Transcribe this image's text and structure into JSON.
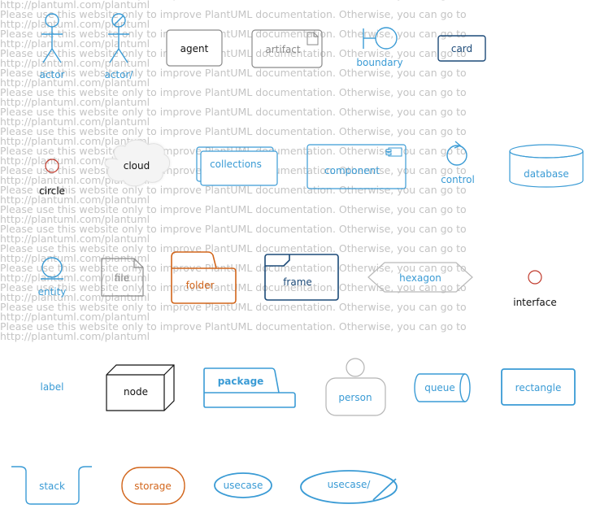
{
  "watermark": {
    "line1": "Please use this website only to improve PlantUML documentation. Otherwise, you can go to",
    "line2": "http://plantuml.com/plantuml",
    "repeat": 18
  },
  "colors": {
    "blue": "#3a9bd5",
    "dark_blue": "#1c4a78",
    "orange": "#d2661c",
    "gray": "#8a8a8a",
    "red": "#c0392b",
    "black": "#111111"
  },
  "elements": {
    "actor": "actor",
    "actor_slash": "actor/",
    "agent": "agent",
    "artifact": "artifact",
    "boundary": "boundary",
    "card": "card",
    "circle": "circle",
    "cloud": "cloud",
    "collections": "collections",
    "component": "component",
    "control": "control",
    "database": "database",
    "entity": "entity",
    "file": "file",
    "folder": "folder",
    "frame": "frame",
    "hexagon": "hexagon",
    "interface": "interface",
    "label": "label",
    "node": "node",
    "package": "package",
    "person": "person",
    "queue": "queue",
    "rectangle": "rectangle",
    "stack": "stack",
    "storage": "storage",
    "usecase": "usecase",
    "usecase_slash": "usecase/"
  }
}
